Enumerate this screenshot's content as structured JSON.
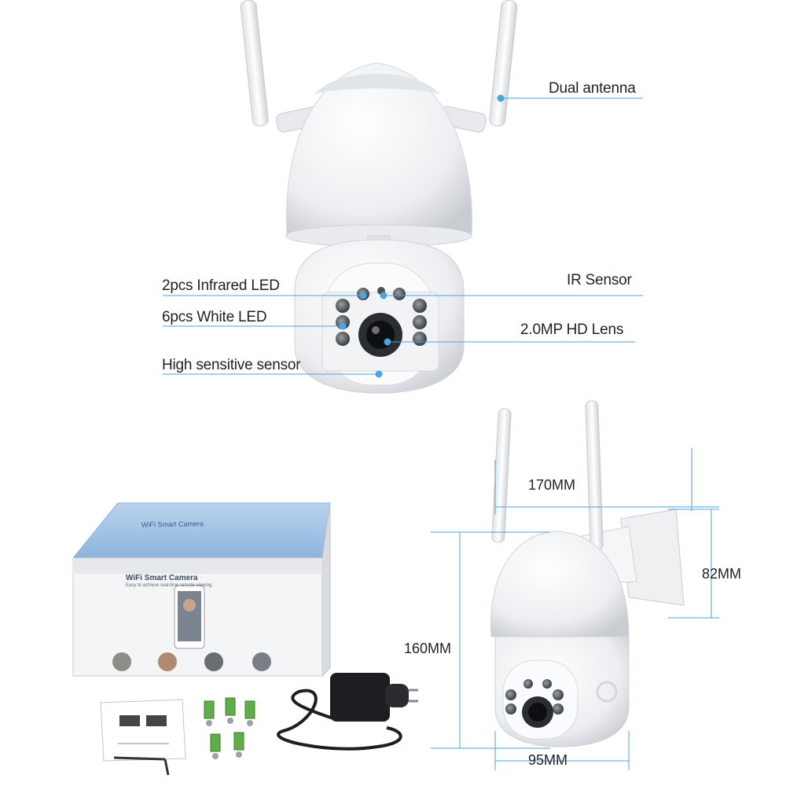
{
  "callouts": {
    "dual_antenna": "Dual antenna",
    "infrared_led": "2pcs Infrared LED",
    "ir_sensor": "IR Sensor",
    "white_led": "6pcs White LED",
    "hd_lens": "2.0MP HD Lens",
    "sensor": "High sensitive sensor"
  },
  "dimensions": {
    "width": "170MM",
    "bracket_height": "82MM",
    "height": "160MM",
    "depth": "95MM"
  },
  "package_box": {
    "front_title": "WiFi Smart Camera",
    "front_subtitle": "Easy to achieve real-time remote viewing",
    "lid_text": "WiFi Smart Camera"
  },
  "colors": {
    "callout_line": "#4da3dc",
    "box_blue": "#a9c8e8",
    "camera_white": "#f4f5f7"
  }
}
